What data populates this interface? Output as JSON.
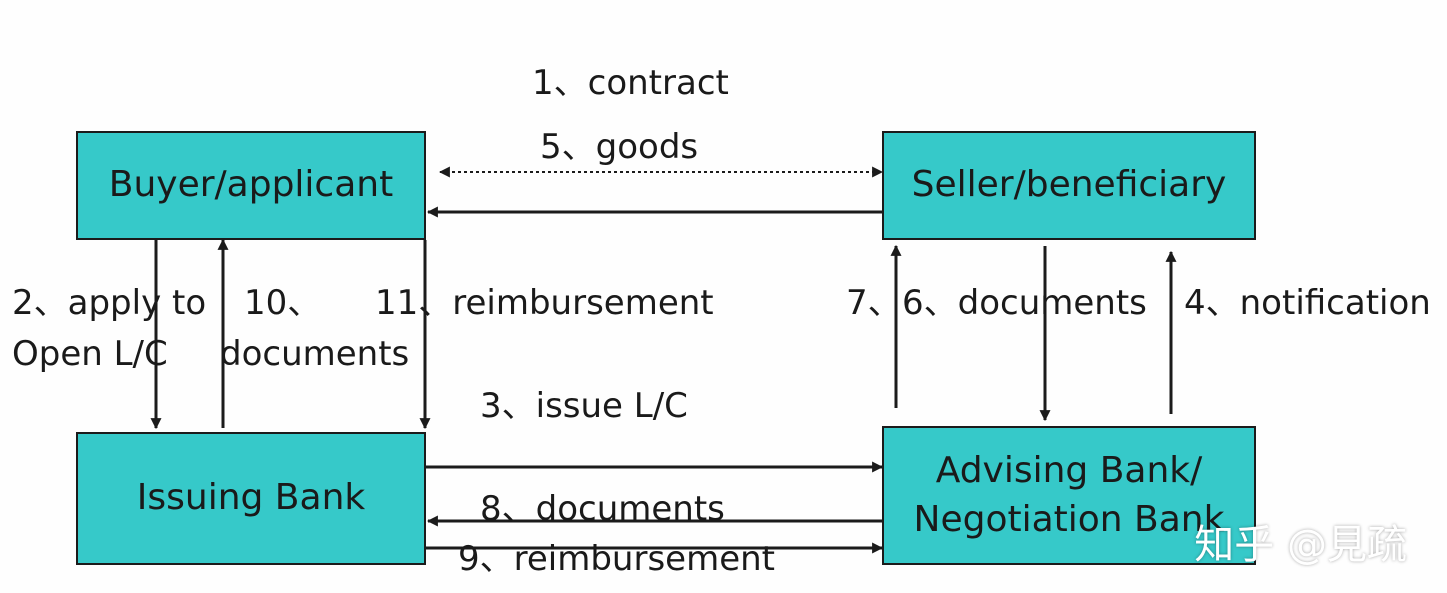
{
  "nodes": {
    "buyer": "Buyer/applicant",
    "seller": "Seller/beneficiary",
    "issuing_bank": "Issuing Bank",
    "advising_bank_line1": "Advising Bank/",
    "advising_bank_line2": "Negotiation Bank"
  },
  "edge_labels": {
    "contract": "1、contract",
    "goods": "5、goods",
    "apply_line1": "2、apply to",
    "apply_line2": "Open L/C",
    "ten_line1": "10、",
    "ten_line2": "documents",
    "reimbursement_11": "11、reimbursement",
    "issue_lc": "3、issue L/C",
    "seven": "7、",
    "six_documents": "6、documents",
    "notification": "4、notification",
    "documents_8": "8、documents",
    "reimbursement_9": "9、reimbursement"
  },
  "watermark": "知乎 @見疏",
  "colors": {
    "box_fill": "#36c9c9",
    "stroke": "#1b1b1b",
    "background": "#fefefe"
  }
}
